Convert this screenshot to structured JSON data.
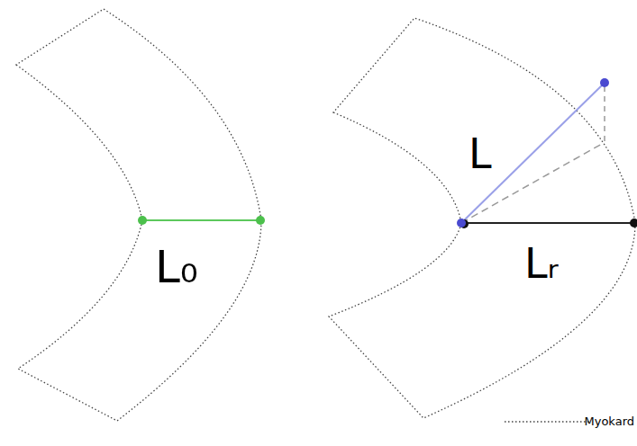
{
  "diagram": {
    "labels": [
      "L₀",
      "L",
      "Lᵣ"
    ],
    "legend": [
      {
        "text": "Myokard"
      }
    ]
  }
}
